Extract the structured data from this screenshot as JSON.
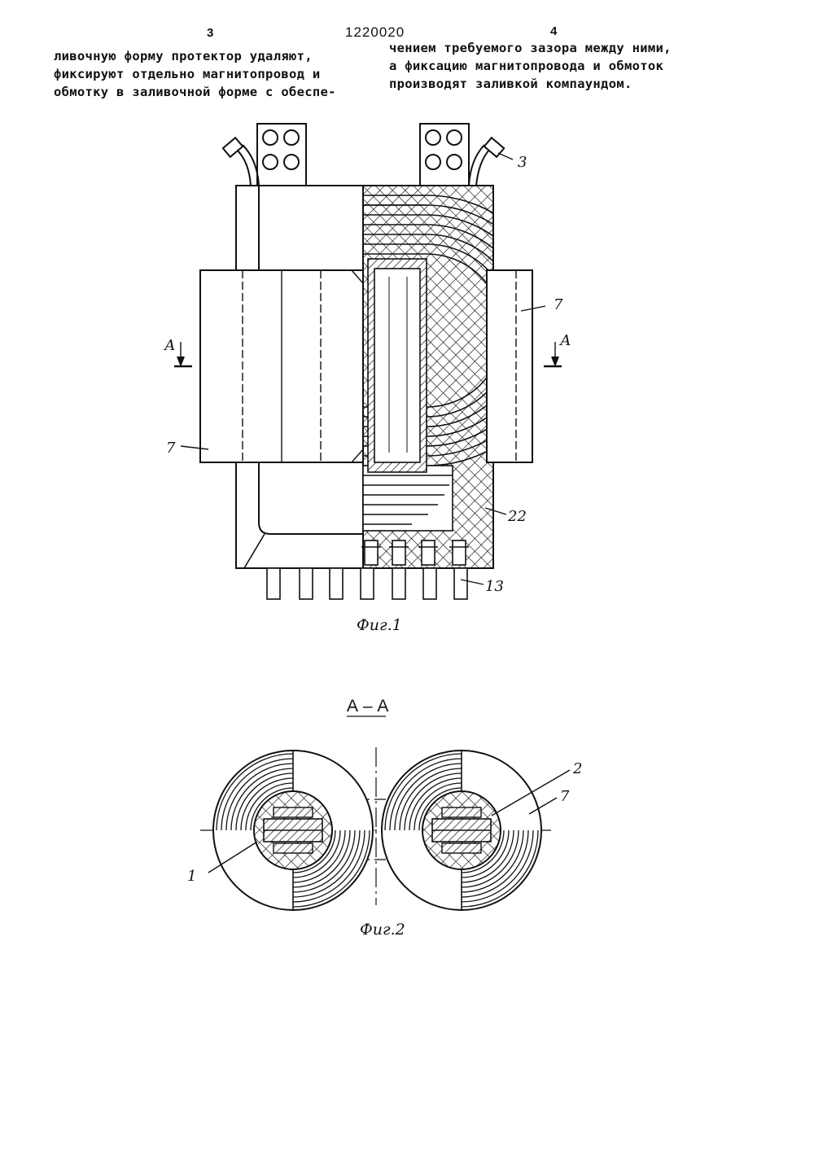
{
  "header": {
    "col_left_number": "3",
    "patent_number": "1220020",
    "col_right_number": "4"
  },
  "text": {
    "left_lines": [
      "ливочную форму протектор удаляют,",
      "фиксируют отдельно магнитопровод и",
      "обмотку в заливочной форме с обеспе-"
    ],
    "right_lines": [
      "чением требуемого зазора между ними,",
      "а фиксацию магнитопровода и обмоток",
      "производят заливкой компаундом."
    ]
  },
  "figure1": {
    "caption": "Фиг.1",
    "labels": {
      "l3": "3",
      "l7_right": "7",
      "l7_left": "7",
      "l22": "22",
      "l13": "13",
      "section_left": "А",
      "section_right": "А"
    }
  },
  "figure2": {
    "section_title": "А – А",
    "caption": "Фиг.2",
    "labels": {
      "l1": "1",
      "l2": "2",
      "l7": "7"
    }
  }
}
